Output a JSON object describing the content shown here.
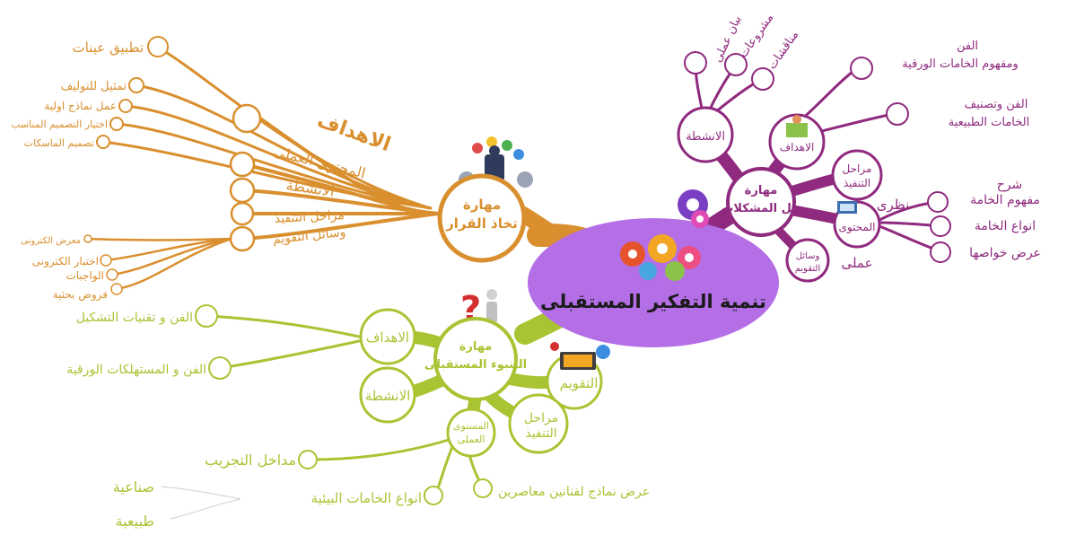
{
  "center": {
    "title": "تنمية التفكير المستقبلى"
  },
  "colors": {
    "orange": "#d98f2e",
    "purple": "#8f2a7e",
    "lime": "#a9c433",
    "center_fill": "#b46ee6"
  },
  "decision": {
    "hub": [
      "مهارة",
      "تخاذ القرار"
    ],
    "branches": [
      "الاهداف",
      "المحتوى العملى",
      "الانشطة",
      "مراحل التنفيذ",
      "وسائل التقويم"
    ],
    "goals_items": [
      "تطبيق عينات",
      "تمثيل للتوليف",
      "عمل نماذج اولية",
      "اختيار التصميم المناسب",
      "تصميم الماسكات"
    ],
    "eval_items": [
      "معرض الكترونى",
      "اختبار الكترونى",
      "الواجبات",
      "فروض بحثية"
    ]
  },
  "problems": {
    "hub": [
      "مهارة",
      "حل المشكلات"
    ],
    "activities": "الانشطة",
    "activity_items": [
      "بيان عملى",
      "مشروعات",
      "مناقشات"
    ],
    "goals": "الاهداف",
    "goal_items": [
      [
        "الفن",
        "ومفهوم الخامات الورقية"
      ],
      [
        "الفن وتصنيف",
        "الخامات الطبيعية"
      ]
    ],
    "stages": [
      "مراحل",
      "التنفيذ"
    ],
    "content": "المحتوى",
    "content_labels": [
      "نظرى",
      "عملى"
    ],
    "content_items": [
      "شرح",
      "مفهوم الخامة",
      "انواع الخامة",
      "عرض خواصها"
    ],
    "eval": [
      "وسائل",
      "التقويم"
    ]
  },
  "prediction": {
    "hub": [
      "مهارة",
      "التنبوء المستقبلى"
    ],
    "goals": "الاهداف",
    "goal_items": [
      "الفن و تقنيات التشكيل",
      "الفن و المستهلكات الورقية"
    ],
    "activities": "الانشطة",
    "eval": "التقويم",
    "stages": [
      "مراحل",
      "التنفيذ"
    ],
    "content": [
      "المستوى",
      "العملى"
    ],
    "content_items": [
      "مداخل التجريب",
      "انواع الخامات البيئية",
      "عرض نماذج لفنانين معاصرين"
    ],
    "material_types": [
      "صناعية",
      "طبيعية"
    ]
  }
}
